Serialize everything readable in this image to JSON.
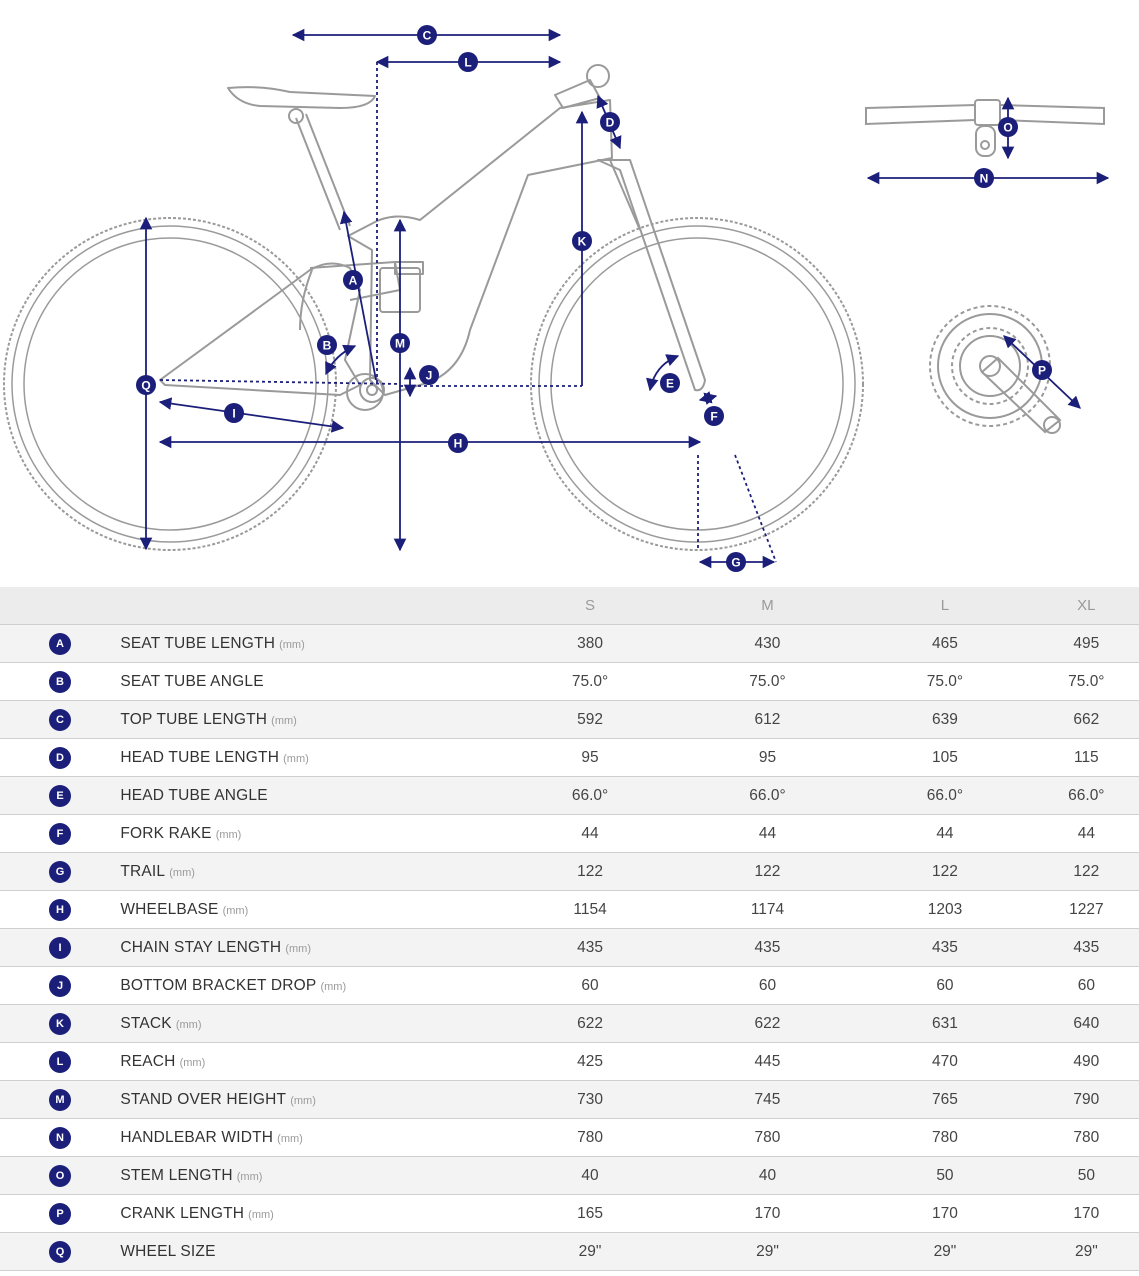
{
  "diagram": {
    "labels": [
      "A",
      "B",
      "C",
      "D",
      "E",
      "F",
      "G",
      "H",
      "I",
      "J",
      "K",
      "L",
      "M",
      "N",
      "O",
      "P",
      "Q"
    ],
    "colors": {
      "outline": "#9a9a9a",
      "marker": "#1b1f7a",
      "badge_text": "#ffffff"
    }
  },
  "table": {
    "sizes": [
      "S",
      "M",
      "L",
      "XL"
    ],
    "rows": [
      {
        "letter": "A",
        "label": "SEAT TUBE LENGTH",
        "unit": "(mm)",
        "values": [
          "380",
          "430",
          "465",
          "495"
        ]
      },
      {
        "letter": "B",
        "label": "SEAT TUBE ANGLE",
        "unit": "",
        "values": [
          "75.0°",
          "75.0°",
          "75.0°",
          "75.0°"
        ]
      },
      {
        "letter": "C",
        "label": "TOP TUBE LENGTH",
        "unit": "(mm)",
        "values": [
          "592",
          "612",
          "639",
          "662"
        ]
      },
      {
        "letter": "D",
        "label": "HEAD TUBE LENGTH",
        "unit": "(mm)",
        "values": [
          "95",
          "95",
          "105",
          "115"
        ]
      },
      {
        "letter": "E",
        "label": "HEAD TUBE ANGLE",
        "unit": "",
        "values": [
          "66.0°",
          "66.0°",
          "66.0°",
          "66.0°"
        ]
      },
      {
        "letter": "F",
        "label": "FORK RAKE",
        "unit": "(mm)",
        "values": [
          "44",
          "44",
          "44",
          "44"
        ]
      },
      {
        "letter": "G",
        "label": "TRAIL",
        "unit": "(mm)",
        "values": [
          "122",
          "122",
          "122",
          "122"
        ]
      },
      {
        "letter": "H",
        "label": "WHEELBASE",
        "unit": "(mm)",
        "values": [
          "1154",
          "1174",
          "1203",
          "1227"
        ]
      },
      {
        "letter": "I",
        "label": "CHAIN STAY LENGTH",
        "unit": "(mm)",
        "values": [
          "435",
          "435",
          "435",
          "435"
        ]
      },
      {
        "letter": "J",
        "label": "BOTTOM BRACKET DROP",
        "unit": "(mm)",
        "values": [
          "60",
          "60",
          "60",
          "60"
        ]
      },
      {
        "letter": "K",
        "label": "STACK",
        "unit": "(mm)",
        "values": [
          "622",
          "622",
          "631",
          "640"
        ]
      },
      {
        "letter": "L",
        "label": "REACH",
        "unit": "(mm)",
        "values": [
          "425",
          "445",
          "470",
          "490"
        ]
      },
      {
        "letter": "M",
        "label": "STAND OVER HEIGHT",
        "unit": "(mm)",
        "values": [
          "730",
          "745",
          "765",
          "790"
        ]
      },
      {
        "letter": "N",
        "label": "HANDLEBAR WIDTH",
        "unit": "(mm)",
        "values": [
          "780",
          "780",
          "780",
          "780"
        ]
      },
      {
        "letter": "O",
        "label": "STEM LENGTH",
        "unit": "(mm)",
        "values": [
          "40",
          "40",
          "50",
          "50"
        ]
      },
      {
        "letter": "P",
        "label": "CRANK LENGTH",
        "unit": "(mm)",
        "values": [
          "165",
          "170",
          "170",
          "170"
        ]
      },
      {
        "letter": "Q",
        "label": "WHEEL SIZE",
        "unit": "",
        "values": [
          "29\"",
          "29\"",
          "29\"",
          "29\""
        ]
      }
    ]
  }
}
